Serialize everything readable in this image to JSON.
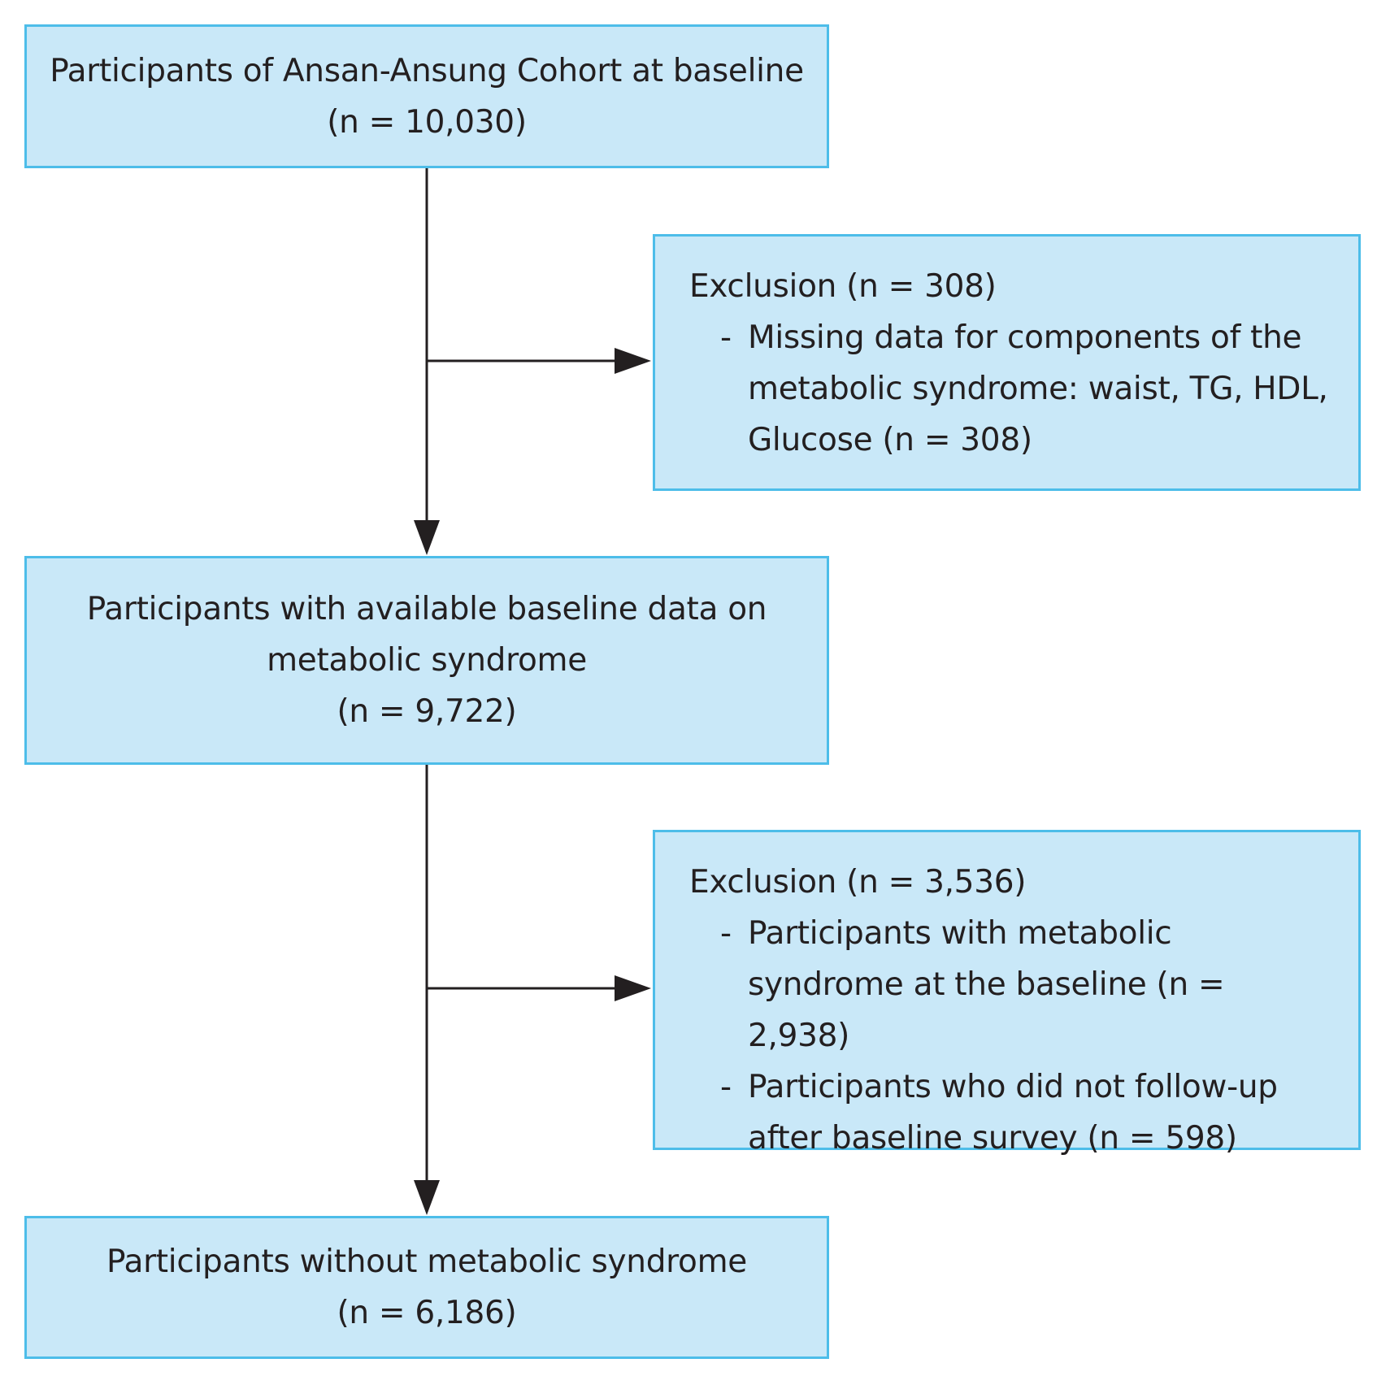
{
  "boxes": {
    "baseline": {
      "line1": "Participants of Ansan-Ansung Cohort at baseline",
      "line2": "(n = 10,030)"
    },
    "exclusion1": {
      "heading": "Exclusion (n = 308)",
      "items": [
        "Missing data for components of the metabolic syndrome: waist, TG, HDL, Glucose (n = 308)"
      ]
    },
    "available": {
      "line1": "Participants with available baseline data on",
      "line2": "metabolic syndrome",
      "line3": "(n = 9,722)"
    },
    "exclusion2": {
      "heading": "Exclusion (n = 3,536)",
      "items": [
        "Participants with metabolic syndrome at the baseline (n = 2,938)",
        "Participants who did not follow-up after baseline survey (n = 598)"
      ]
    },
    "final": {
      "line1": "Participants without metabolic syndrome",
      "line2": "(n = 6,186)"
    }
  },
  "bullet_marker": "-",
  "colors": {
    "box_fill": "#c9e8f8",
    "box_border": "#4dbde9",
    "arrow": "#231f20"
  }
}
